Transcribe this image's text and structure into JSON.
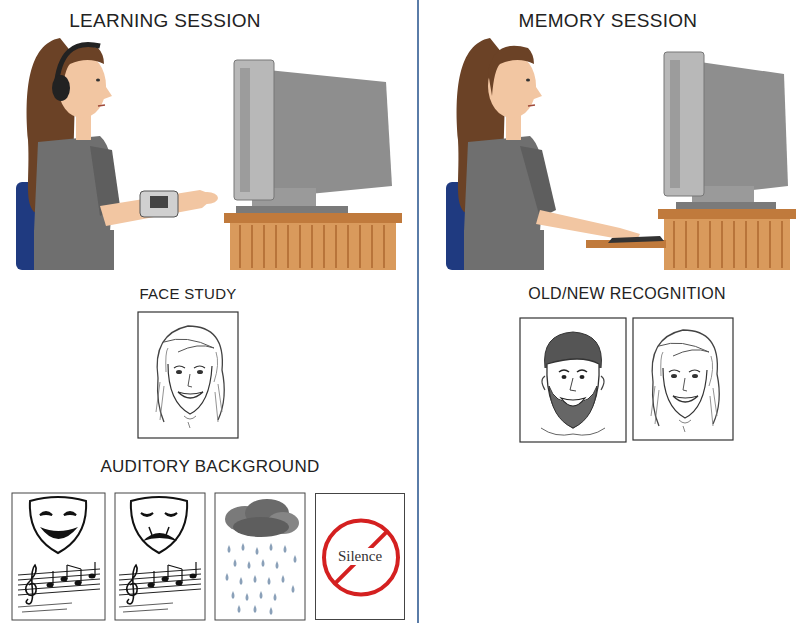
{
  "diagram": {
    "nodes": [
      {
        "text": [
          "Silence"
        ]
      }
    ],
    "labels": [
      "LEARNING SESSION",
      "MEMORY SESSION",
      "FACE STUDY",
      "OLD/NEW RECOGNITION",
      "AUDITORY BACKGROUND"
    ]
  }
}
